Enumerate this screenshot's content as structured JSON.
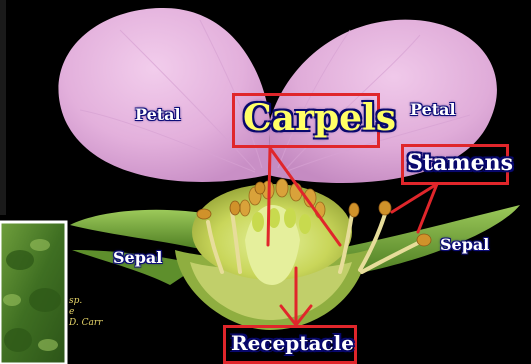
{
  "labels": {
    "petal_left": "Petal",
    "petal_right": "Petal",
    "carpels": "Carpels",
    "stamens": "Stamens",
    "sepal_left": "Sepal",
    "sepal_right": "Sepal",
    "receptacle": "Receptacle"
  },
  "credit": {
    "line1": "sp.",
    "line2": "e",
    "line3": "D. Carr"
  },
  "colors": {
    "callout_box": "#e0262b",
    "label_small": "#ffffff",
    "label_big": "#ffff66",
    "petal": "#e6b6df",
    "sepal": "#7caf3a",
    "background": "#000000"
  }
}
